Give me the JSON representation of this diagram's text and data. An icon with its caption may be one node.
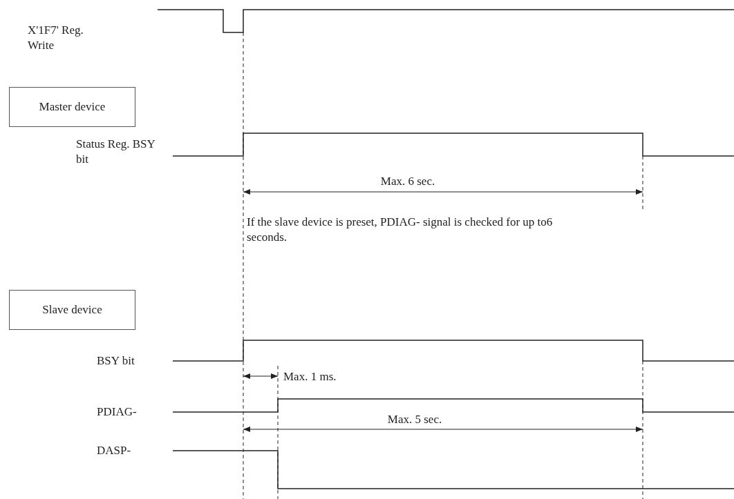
{
  "diagram": {
    "nodes": [
      {
        "text": [
          "Master device"
        ]
      },
      {
        "text": [
          "Slave device"
        ]
      }
    ],
    "labels": [
      "X'1F7' Reg. Write",
      "Status Reg. BSY bit",
      "Max. 6 sec.",
      "If the slave device is preset, PDIAG- signal is checked for up to6 seconds.",
      "BSY bit",
      "Max. 1 ms.",
      "PDIAG-",
      "Max. 5 sec.",
      "DASP-"
    ]
  }
}
